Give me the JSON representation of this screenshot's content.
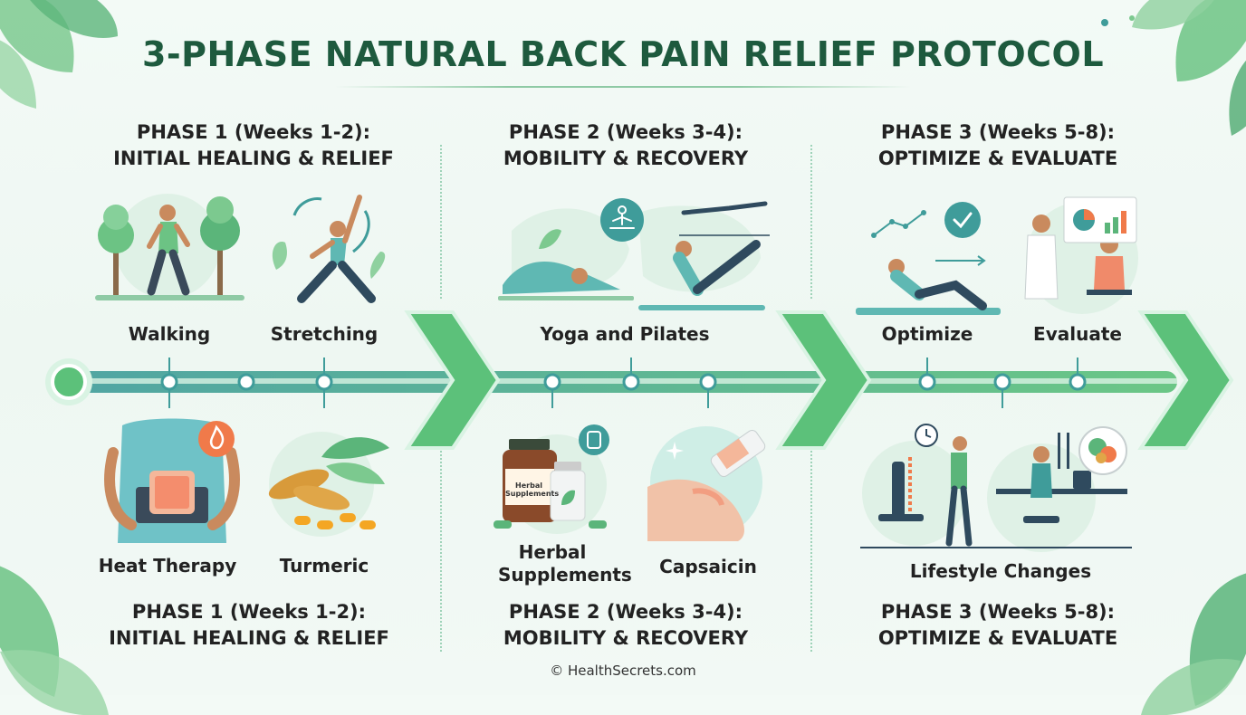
{
  "title": "3-PHASE NATURAL BACK PAIN RELIEF PROTOCOL",
  "phases": [
    {
      "heading_line1": "PHASE 1 (Weeks 1-2):",
      "heading_line2": "INITIAL HEALING & RELIEF",
      "top_items": [
        "Walking",
        "Stretching"
      ],
      "bottom_items": [
        "Heat Therapy",
        "Turmeric"
      ]
    },
    {
      "heading_line1": "PHASE 2 (Weeks 3-4):",
      "heading_line2": "MOBILITY & RECOVERY",
      "top_items": [
        "Yoga and Pilates"
      ],
      "bottom_items": [
        "Herbal\nSupplements",
        "Capsaicin"
      ],
      "bottle_label": "Herbal Supplements"
    },
    {
      "heading_line1": "PHASE 3 (Weeks 5-8):",
      "heading_line2": "OPTIMIZE & EVALUATE",
      "top_items": [
        "Optimize",
        "Evaluate"
      ],
      "bottom_items": [
        "Lifestyle Changes"
      ]
    }
  ],
  "footer": "© HealthSecrets.com",
  "colors": {
    "title": "#1e5a3e",
    "timeline_green": "#5cc17a",
    "timeline_teal": "#3f9c9a",
    "accent_orange": "#f07a4a"
  },
  "icons": [
    "leaf-icon",
    "tree-icon",
    "walker-icon",
    "stretch-icon",
    "heat-pad-icon",
    "fire-icon",
    "turmeric-icon",
    "yoga-icon",
    "meditation-icon",
    "supplement-bottle-icon",
    "capsule-icon",
    "cream-tube-icon",
    "situp-icon",
    "check-icon",
    "doctor-icon",
    "chart-icon",
    "clock-icon",
    "desk-icon",
    "food-plate-icon",
    "arrow-chevron-icon"
  ]
}
